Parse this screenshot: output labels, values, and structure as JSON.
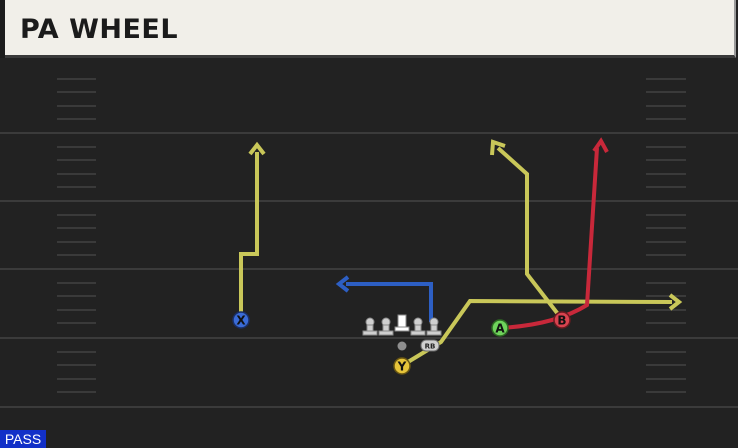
{
  "play": {
    "title": "PA WHEEL",
    "type_tag": "PASS"
  },
  "players": {
    "X": "X",
    "Y": "Y",
    "A": "A",
    "B": "B",
    "RB": "RB"
  },
  "colors": {
    "field": "#222222",
    "yard_line": "#3b3b3b",
    "route_yellow": "#c9c759",
    "route_red": "#c8283a",
    "route_blue": "#2d5fc4",
    "x_blue": "#3a6bd6",
    "y_gold": "#e6c43a",
    "a_green": "#6fd35c",
    "b_red": "#d8434f",
    "pass_tag": "#1230c8"
  }
}
